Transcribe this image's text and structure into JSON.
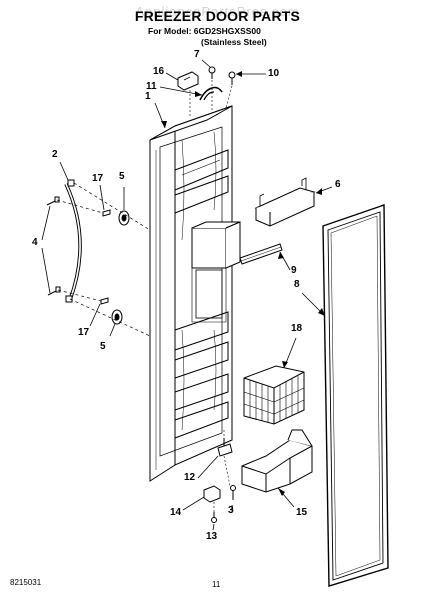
{
  "header": {
    "watermark": "AppliancePartsPros.com",
    "title": "FREEZER DOOR PARTS",
    "model_line": "For Model: 6GD2SHGXSS00",
    "finish_line": "(Stainless Steel)"
  },
  "callouts": [
    "1",
    "2",
    "3",
    "4",
    "5",
    "5",
    "6",
    "7",
    "8",
    "9",
    "10",
    "11",
    "12",
    "13",
    "14",
    "15",
    "16",
    "17",
    "17",
    "18"
  ],
  "footer": {
    "left_code": "8215031",
    "page_number": "11"
  }
}
